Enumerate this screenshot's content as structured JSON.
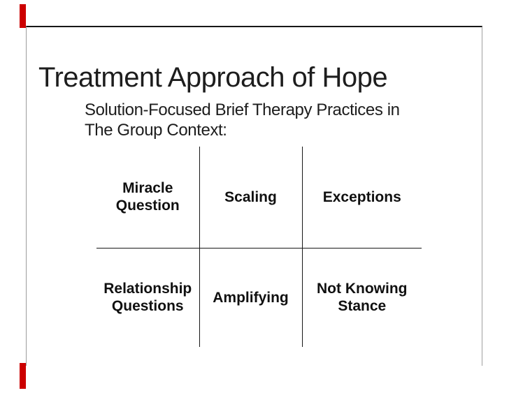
{
  "slide": {
    "title": "Treatment Approach of Hope",
    "subtitle": {
      "line1": "Solution-Focused Brief Therapy Practices in",
      "line2": "The Group Context:"
    },
    "grid": {
      "rows": [
        {
          "cells": [
            {
              "id": "miracle-question",
              "label": "Miracle Question",
              "lines": [
                "Miracle",
                "Question"
              ]
            },
            {
              "id": "scaling",
              "label": "Scaling",
              "lines": [
                "Scaling"
              ]
            },
            {
              "id": "exceptions",
              "label": "Exceptions",
              "lines": [
                "Exceptions"
              ]
            }
          ]
        },
        {
          "cells": [
            {
              "id": "relationship-questions",
              "label": "Relationship Questions",
              "lines": [
                "Relationship",
                "Questions"
              ]
            },
            {
              "id": "amplifying",
              "label": "Amplifying",
              "lines": [
                "Amplifying"
              ]
            },
            {
              "id": "not-knowing-stance",
              "label": "Not Knowing Stance",
              "lines": [
                "Not Knowing",
                "Stance"
              ]
            }
          ]
        }
      ]
    }
  },
  "colors": {
    "accent_red": "#cc0000",
    "text_color": "#1d1d1d",
    "line_color": "#171717"
  }
}
